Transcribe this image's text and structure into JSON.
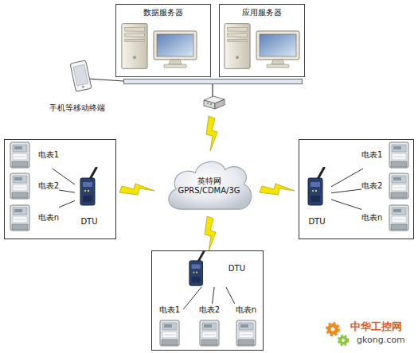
{
  "diagram": {
    "nodes": [
      {
        "text": [
          "数据服务器"
        ]
      },
      {
        "text": [
          "应用服务器"
        ]
      },
      {
        "text": [
          "手机等移动终端"
        ]
      },
      {
        "text": [
          "英特网",
          "GPRS/CDMA/3G"
        ]
      },
      {
        "text": [
          "电表1"
        ]
      },
      {
        "text": [
          "电表2"
        ]
      },
      {
        "text": [
          "电表n"
        ]
      },
      {
        "text": [
          "DTU"
        ]
      },
      {
        "text": [
          "DTU"
        ]
      },
      {
        "text": [
          "电表1"
        ]
      },
      {
        "text": [
          "电表2"
        ]
      },
      {
        "text": [
          "电表n"
        ]
      },
      {
        "text": [
          "DTU"
        ]
      },
      {
        "text": [
          "电表1"
        ]
      },
      {
        "text": [
          "电表2"
        ]
      },
      {
        "text": [
          "电表n"
        ]
      }
    ],
    "edges": [
      {
        "from": 7,
        "to": 4,
        "arrow": "none"
      },
      {
        "from": 7,
        "to": 5,
        "arrow": "none"
      },
      {
        "from": 7,
        "to": 6,
        "arrow": "none"
      },
      {
        "from": 8,
        "to": 9,
        "arrow": "none"
      },
      {
        "from": 8,
        "to": 10,
        "arrow": "none"
      },
      {
        "from": 8,
        "to": 11,
        "arrow": "none"
      },
      {
        "from": 12,
        "to": 13,
        "arrow": "none"
      },
      {
        "from": 12,
        "to": 14,
        "arrow": "none"
      },
      {
        "from": 12,
        "to": 15,
        "arrow": "none"
      }
    ],
    "labels": [
      "中华工控网",
      "gkong.com"
    ]
  }
}
